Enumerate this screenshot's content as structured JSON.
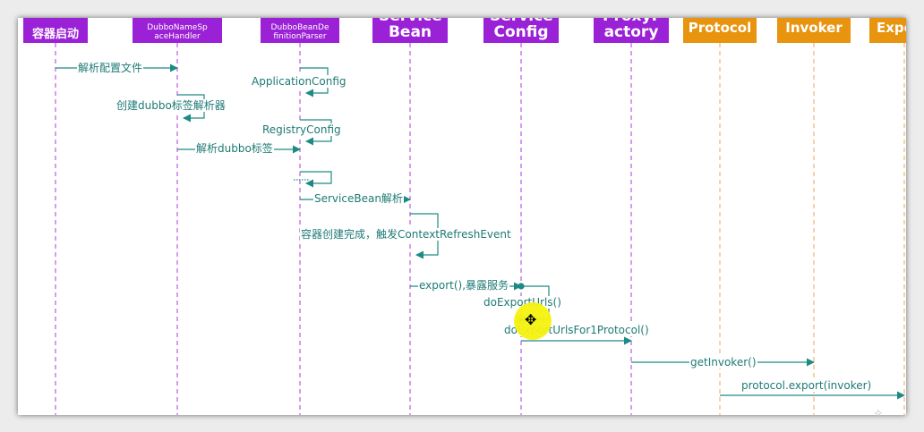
{
  "colors": {
    "participant_purple": "#9b21d6",
    "participant_orange": "#e8940e",
    "message_teal": "#1e8a84",
    "lifeline_purple": "#b03ad8",
    "lifeline_orange": "#eea35a",
    "cursor_highlight": "#f5f20f"
  },
  "participants": [
    {
      "label": "容器启动",
      "style": "purple"
    },
    {
      "label": "DubboNameSp aceHandler",
      "style": "purple"
    },
    {
      "label": "DubboBeanDe finitionParser",
      "style": "purple"
    },
    {
      "label": "Service Bean",
      "style": "purple"
    },
    {
      "label": "Service Config",
      "style": "purple"
    },
    {
      "label": "ProxyF actory",
      "style": "purple"
    },
    {
      "label": "Protocol",
      "style": "orange"
    },
    {
      "label": "Invoker",
      "style": "orange"
    },
    {
      "label": "Expo",
      "style": "orange"
    }
  ],
  "messages": [
    {
      "label": "解析配置文件"
    },
    {
      "label": "ApplicationConfig"
    },
    {
      "label": "创建dubbo标签解析器"
    },
    {
      "label": "RegistryConfig"
    },
    {
      "label": "解析dubbo标签"
    },
    {
      "label": "ServiceBean解析"
    },
    {
      "label": "容器创建完成，触发ContextRefreshEvent"
    },
    {
      "label": "export(),暴露服务"
    },
    {
      "label": "doExportUrls()"
    },
    {
      "label": "doExportUrlsFor1Protocol()"
    },
    {
      "label": "getInvoker()"
    },
    {
      "label": "protocol.export(invoker)"
    }
  ],
  "overlay": {
    "cursor_icon": "move-cursor-icon",
    "scroll_icon": "scroll-handle-icon"
  }
}
